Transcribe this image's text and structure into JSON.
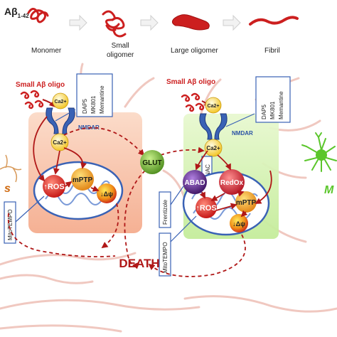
{
  "header": {
    "peptide": "Aβ",
    "peptide_sub": "1-42",
    "stages": [
      "Monomer",
      "Small\noligomer",
      "Large oligomer",
      "Fibril"
    ]
  },
  "left_cell": {
    "oligo_label": "Small Aβ oligo",
    "ca_top": "Ca2+",
    "receptor": "NMDAR",
    "ca_bottom": "Ca2+",
    "inhibitors": [
      "DAP5",
      "MK801",
      "Memantine"
    ],
    "ros": "↑ROS",
    "mptp": "mPTP",
    "dpsi": "↓Δψ",
    "mito_drug": "MitoTEMPO"
  },
  "right_cell": {
    "oligo_label": "Small Aβ oligo",
    "ca_top": "Ca2+",
    "receptor": "NMDAR",
    "ca_bottom": "Ca2+",
    "inhibitors": [
      "DAP5",
      "MK801",
      "Memantine"
    ],
    "nac": "NAC",
    "abad": "ABAD",
    "redox": "RedOx",
    "ros": "↑ROS",
    "mptp": "mPTP",
    "dpsi": "↓Δψ",
    "drugs": [
      "Frentizole",
      "MitoTEMPO"
    ]
  },
  "center": {
    "glut": "GLUT",
    "death": "DEATH"
  },
  "edge_labels": {
    "left": "s",
    "right": "M"
  },
  "colors": {
    "oligomer": "#cc1f1f",
    "arrow_red": "#b01818",
    "left_cell_fill": "#f7c2a6",
    "right_cell_fill": "#d6f2b8",
    "receptor": "#3a62b5",
    "glut_green": "#5a9a2a",
    "astro_green": "#5bc62b",
    "neuron_line": "#f0c8c0",
    "ros_red": "#d02020",
    "mptp_orange": "#e8a020",
    "abad_purple": "#5a2a8a",
    "redox_red": "#d02030"
  }
}
